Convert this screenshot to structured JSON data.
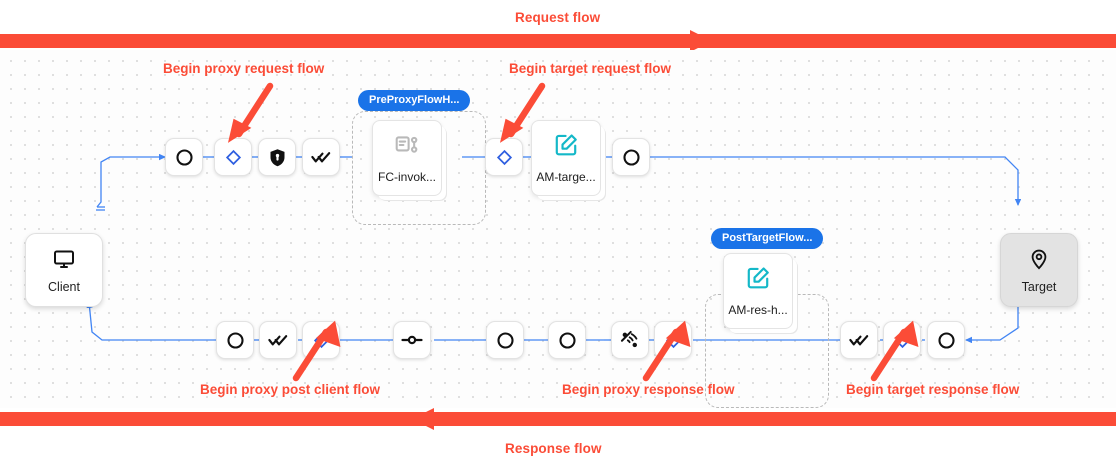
{
  "banners": {
    "request": {
      "label": "Request flow",
      "color": "#fb4c37"
    },
    "response": {
      "label": "Response flow",
      "color": "#fb4c37"
    }
  },
  "annotations": [
    {
      "id": "begin-proxy-request-flow",
      "label": "Begin proxy request flow"
    },
    {
      "id": "begin-target-request-flow",
      "label": "Begin target request flow"
    },
    {
      "id": "begin-proxy-post-client-flow",
      "label": "Begin proxy post client flow"
    },
    {
      "id": "begin-proxy-response-flow",
      "label": "Begin proxy response flow"
    },
    {
      "id": "begin-target-response-flow",
      "label": "Begin target response flow"
    }
  ],
  "endpoints": {
    "client": {
      "label": "Client",
      "icon": "monitor-icon"
    },
    "target": {
      "label": "Target",
      "icon": "location-pin-icon"
    }
  },
  "groups": [
    {
      "id": "preproxyflowhook",
      "badge": "PreProxyFlowH...",
      "policy": {
        "label": "FC-invok...",
        "icon": "flow-callout-icon"
      }
    },
    {
      "id": "posttargetflowhook",
      "badge": "PostTargetFlow...",
      "policy": {
        "label": "AM-res-h...",
        "icon": "assign-message-icon"
      }
    }
  ],
  "standalone_policies": [
    {
      "id": "am-target",
      "label": "AM-targe...",
      "icon": "assign-message-icon"
    }
  ],
  "request_row_steps": [
    {
      "id": "req-step-1",
      "icon": "circle-icon"
    },
    {
      "id": "req-step-2",
      "icon": "diamond-icon"
    },
    {
      "id": "req-step-3",
      "icon": "shield-lock-icon"
    },
    {
      "id": "req-step-4",
      "icon": "double-check-icon"
    },
    {
      "id": "req-step-5",
      "icon": "diamond-icon"
    },
    {
      "id": "req-step-6",
      "icon": "circle-icon"
    }
  ],
  "response_row_steps": [
    {
      "id": "res-step-1",
      "icon": "circle-icon"
    },
    {
      "id": "res-step-2",
      "icon": "double-check-icon"
    },
    {
      "id": "res-step-3",
      "icon": "diamond-icon"
    },
    {
      "id": "res-step-4",
      "icon": "route-point-icon"
    },
    {
      "id": "res-step-5",
      "icon": "circle-icon"
    },
    {
      "id": "res-step-6",
      "icon": "circle-icon"
    },
    {
      "id": "res-step-7",
      "icon": "signal-icon"
    },
    {
      "id": "res-step-8",
      "icon": "diamond-icon"
    },
    {
      "id": "res-step-9",
      "icon": "double-check-icon"
    },
    {
      "id": "res-step-10",
      "icon": "diamond-icon"
    },
    {
      "id": "res-step-11",
      "icon": "circle-icon"
    }
  ],
  "colors": {
    "accent_red": "#fb4c37",
    "edge_blue": "#4285f4",
    "badge_blue": "#1a73e8",
    "diamond_blue": "#2f5fe0",
    "policy_teal": "#14b8c8",
    "canvas": "#fdfdfd",
    "target_fill": "#e3e3e3"
  }
}
